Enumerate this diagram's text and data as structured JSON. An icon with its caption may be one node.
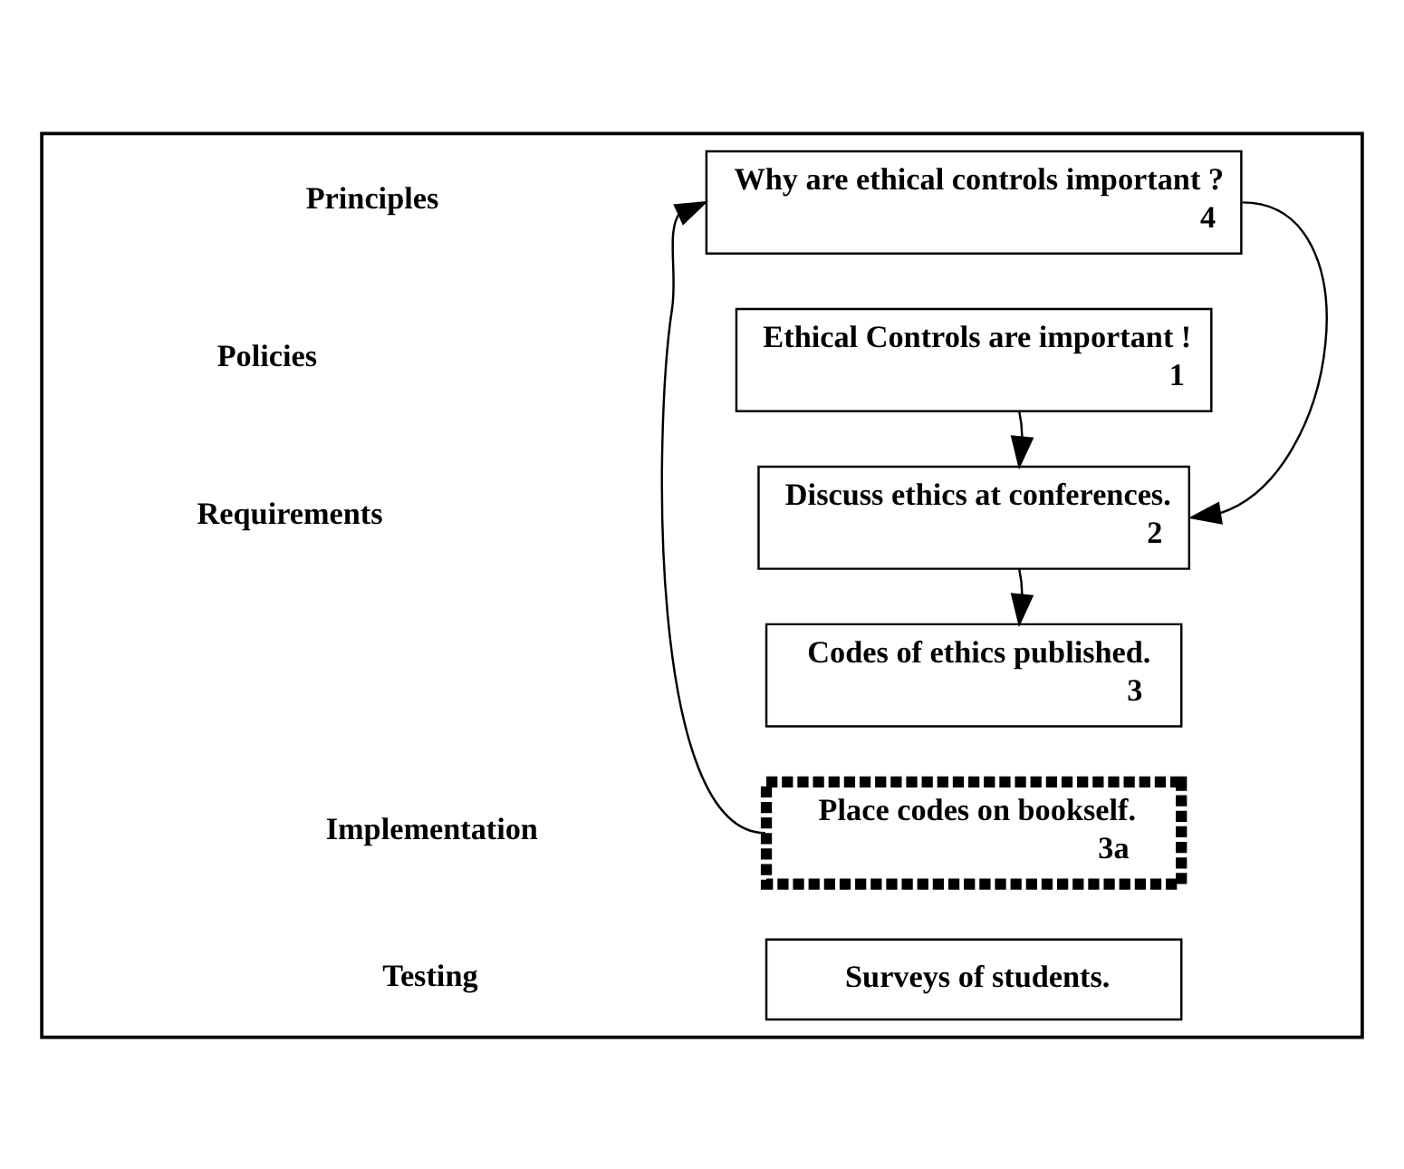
{
  "diagram": {
    "nodes": [
      {
        "text": [],
        "shape": "box"
      },
      {
        "text": [
          "Why are ethical controls important ?",
          "4"
        ],
        "in": 0
      },
      {
        "text": [
          "Ethical Controls are important !",
          "1"
        ],
        "in": 0
      },
      {
        "text": [
          "Discuss ethics at conferences.",
          "2"
        ],
        "in": 0
      },
      {
        "text": [
          "Codes of ethics published.",
          "3"
        ],
        "in": 0
      },
      {
        "text": [
          "Place codes on bookself.",
          "3a"
        ],
        "in": 0
      },
      {
        "text": [
          "Surveys of students."
        ],
        "in": 0
      }
    ],
    "edges": [
      {
        "from": 2,
        "to": 3,
        "arrow": "to"
      },
      {
        "from": 3,
        "to": 4,
        "arrow": "to"
      },
      {
        "from": 1,
        "to": 3,
        "arrow": "to"
      },
      {
        "from": 5,
        "to": 1,
        "arrow": "to"
      }
    ],
    "labels": [
      "Principles",
      "Policies",
      "Requirements",
      "Implementation",
      "Testing"
    ]
  }
}
